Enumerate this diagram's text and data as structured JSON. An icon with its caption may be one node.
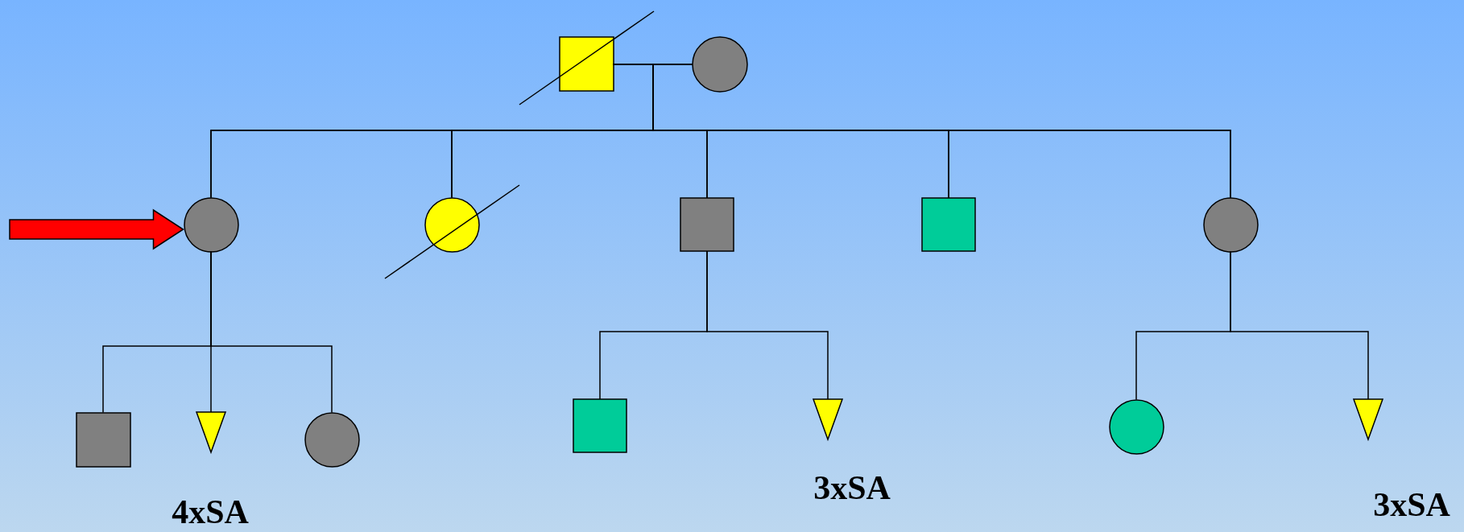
{
  "diagram": {
    "nodes": [
      {
        "text": [],
        "shape": "box"
      },
      {
        "text": [],
        "shape": "circle"
      },
      {
        "text": [],
        "shape": "circle"
      },
      {
        "text": [],
        "shape": "circle"
      },
      {
        "text": [],
        "shape": "box"
      },
      {
        "text": [],
        "shape": "box"
      },
      {
        "text": [],
        "shape": "circle"
      },
      {
        "text": [],
        "shape": "box"
      },
      {
        "text": [],
        "shape": "triangle",
        "beside": [
          "4xSA"
        ]
      },
      {
        "text": [],
        "shape": "circle"
      },
      {
        "text": [],
        "shape": "box"
      },
      {
        "text": [],
        "shape": "triangle",
        "beside": [
          "3xSA"
        ]
      },
      {
        "text": [],
        "shape": "circle"
      },
      {
        "text": [],
        "shape": "triangle",
        "beside": [
          "3xSA"
        ]
      }
    ],
    "edges": [
      {
        "from": 0,
        "to": 1,
        "arrow": "none"
      },
      {
        "from": 0,
        "to": 2,
        "arrow": "none"
      },
      {
        "from": 1,
        "to": 2,
        "arrow": "none"
      },
      {
        "from": 0,
        "to": 3,
        "arrow": "none"
      },
      {
        "from": 1,
        "to": 3,
        "arrow": "none"
      },
      {
        "from": 0,
        "to": 4,
        "arrow": "none"
      },
      {
        "from": 1,
        "to": 4,
        "arrow": "none"
      },
      {
        "from": 0,
        "to": 5,
        "arrow": "none"
      },
      {
        "from": 1,
        "to": 5,
        "arrow": "none"
      },
      {
        "from": 0,
        "to": 6,
        "arrow": "none"
      },
      {
        "from": 1,
        "to": 6,
        "arrow": "none"
      },
      {
        "from": 2,
        "to": 7,
        "arrow": "none"
      },
      {
        "from": 2,
        "to": 8,
        "arrow": "none"
      },
      {
        "from": 2,
        "to": 9,
        "arrow": "none"
      },
      {
        "from": 4,
        "to": 10,
        "arrow": "none"
      },
      {
        "from": 4,
        "to": 11,
        "arrow": "none"
      },
      {
        "from": 6,
        "to": 12,
        "arrow": "none"
      },
      {
        "from": 6,
        "to": 13,
        "arrow": "none"
      },
      {
        "from": null,
        "to": 2,
        "arrow": "to",
        "style": "thick",
        "color": "#ff0000"
      }
    ]
  }
}
